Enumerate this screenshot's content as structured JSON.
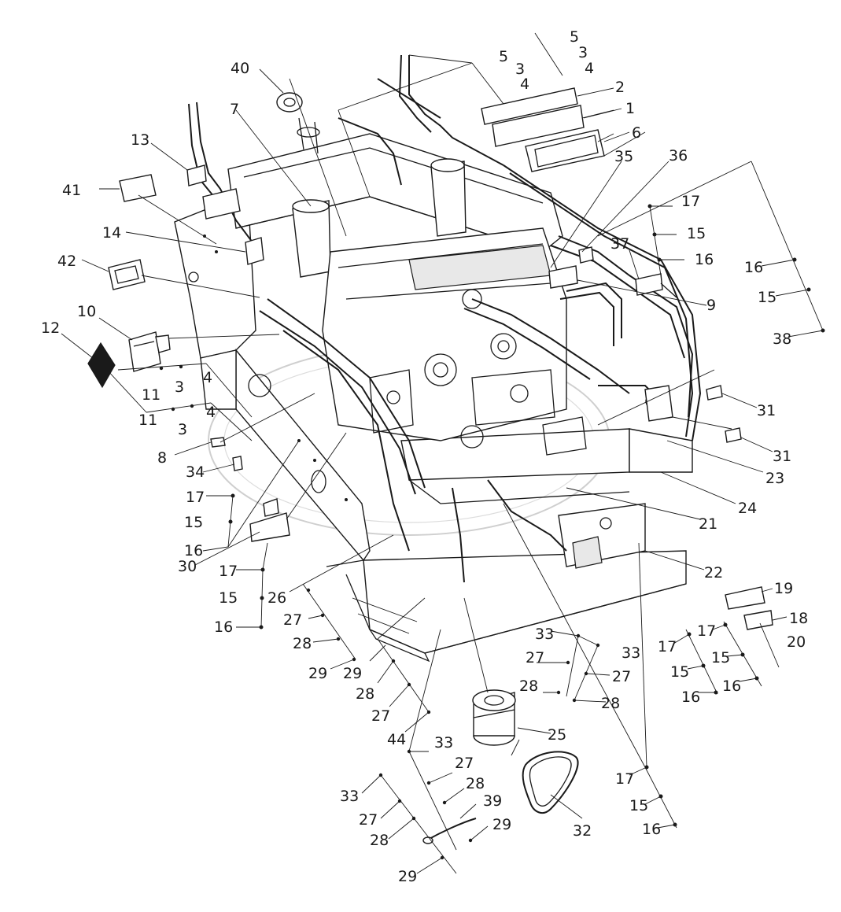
{
  "diagram": {
    "watermark": "",
    "callouts": [
      "40",
      "7",
      "5",
      "3",
      "4",
      "2",
      "1",
      "6",
      "13",
      "41",
      "35",
      "36",
      "17",
      "15",
      "16",
      "37",
      "14",
      "42",
      "10",
      "12",
      "11",
      "3",
      "4",
      "9",
      "38",
      "31",
      "8",
      "34",
      "23",
      "24",
      "21",
      "30",
      "22",
      "26",
      "19",
      "18",
      "20",
      "27",
      "28",
      "29",
      "33",
      "44",
      "25",
      "39",
      "32"
    ]
  },
  "colors": {
    "ink": "#1a1a1a",
    "paper": "#ffffff",
    "watermark": "#c8c8c8"
  }
}
